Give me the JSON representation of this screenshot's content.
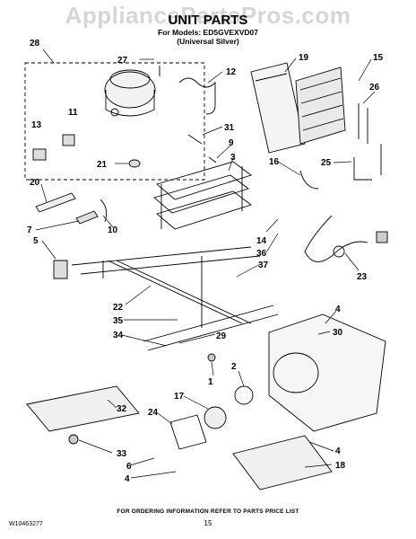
{
  "watermark": "AppliancePartsPros.com",
  "title": "UNIT PARTS",
  "models": "For Models: ED5GVEXVD07",
  "variant": "(Universal Silver)",
  "footer": "FOR ORDERING INFORMATION REFER TO PARTS PRICE LIST",
  "doc_number": "W10463277",
  "page_number": "15",
  "callouts": {
    "c1": "1",
    "c2": "2",
    "c3": "3",
    "c4a": "4",
    "c4b": "4",
    "c4c": "4",
    "c5": "5",
    "c6": "6",
    "c7": "7",
    "c9": "9",
    "c10": "10",
    "c11": "11",
    "c12": "12",
    "c13": "13",
    "c14": "14",
    "c15": "15",
    "c16": "16",
    "c17": "17",
    "c18": "18",
    "c19": "19",
    "c20": "20",
    "c21": "21",
    "c22": "22",
    "c23": "23",
    "c24": "24",
    "c25": "25",
    "c26": "26",
    "c27": "27",
    "c28": "28",
    "c29": "29",
    "c30": "30",
    "c31": "31",
    "c32": "32",
    "c33": "33",
    "c34": "34",
    "c35": "35",
    "c36": "36",
    "c37": "37"
  }
}
